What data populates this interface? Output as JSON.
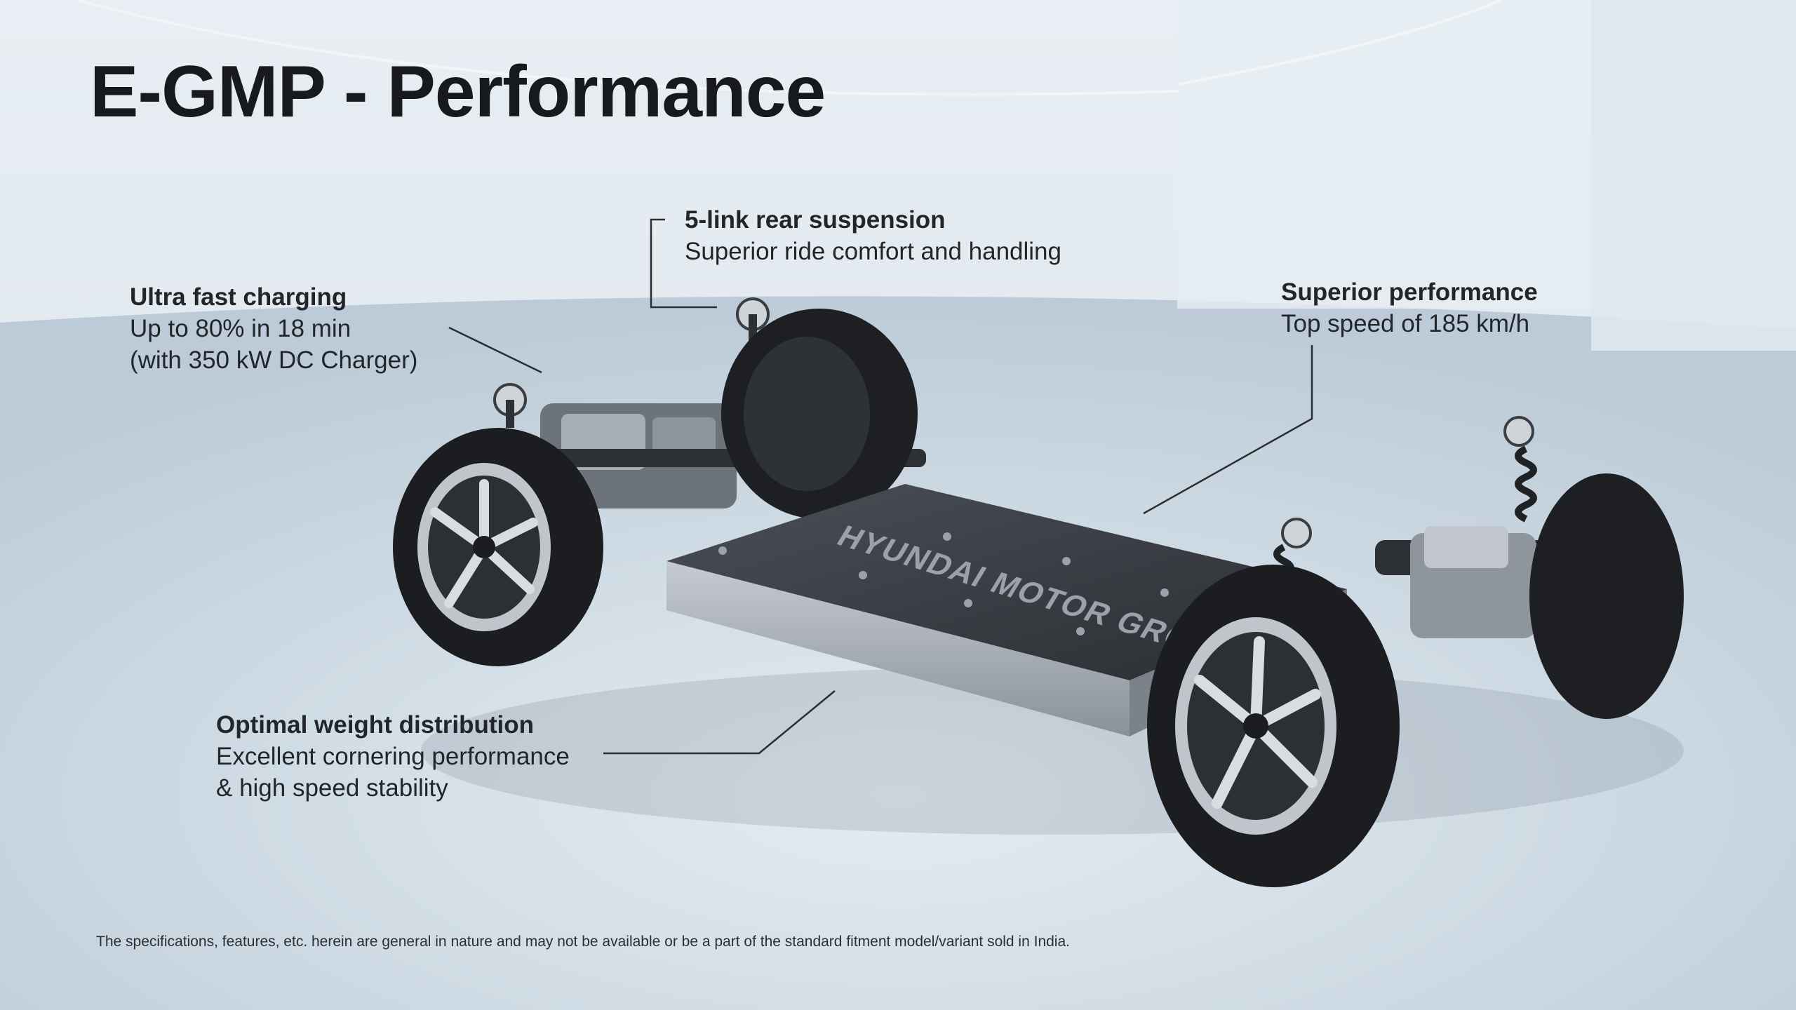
{
  "title": "E-GMP - Performance",
  "callouts": {
    "rear_suspension": {
      "heading": "5-link rear suspension",
      "lines": [
        "Superior ride comfort and handling"
      ]
    },
    "charging": {
      "heading": "Ultra fast charging",
      "lines": [
        "Up to 80% in 18 min",
        "(with 350 kW DC Charger)"
      ]
    },
    "performance": {
      "heading": "Superior performance",
      "lines": [
        "Top speed of 185 km/h"
      ]
    },
    "weight": {
      "heading": "Optimal weight distribution",
      "lines": [
        "Excellent cornering performance",
        "& high speed stability"
      ]
    }
  },
  "battery_branding": "HYUNDAI MOTOR GROUP",
  "disclaimer": "The specifications, features, etc. herein are general in nature and may not be available or be a part of the standard fitment model/variant sold in India."
}
